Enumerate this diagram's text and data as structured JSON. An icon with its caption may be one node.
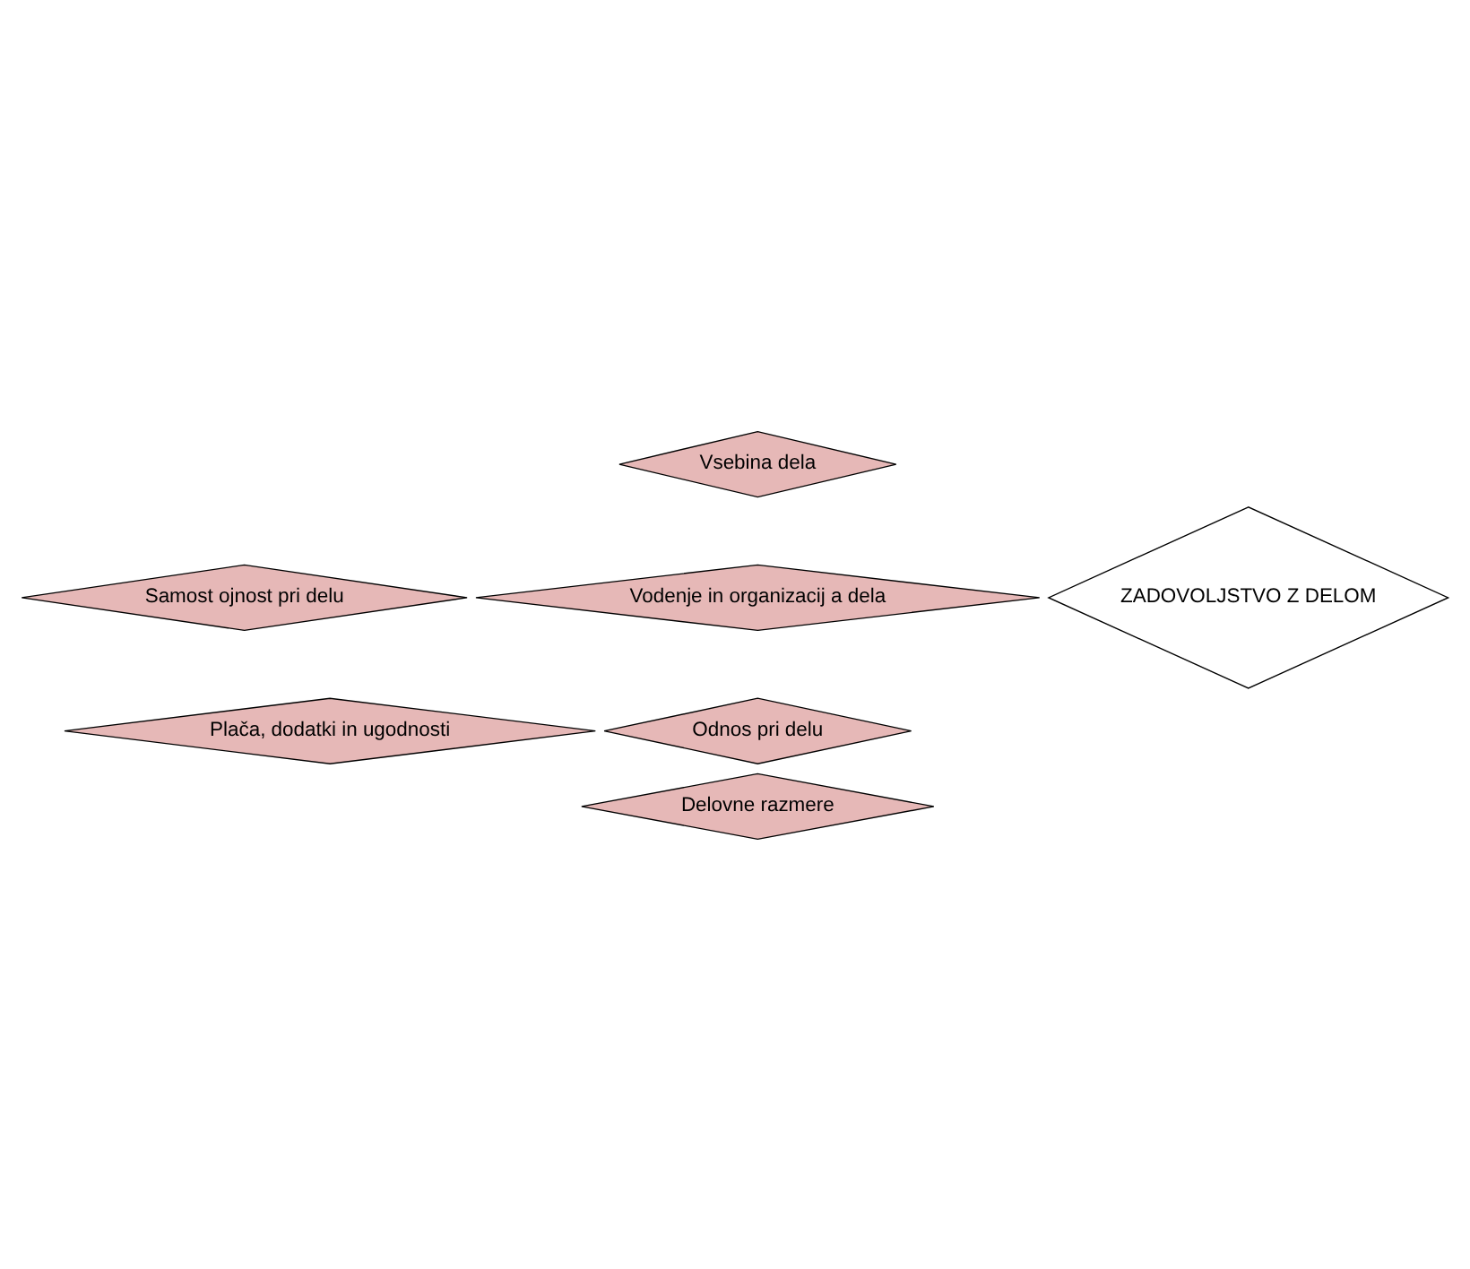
{
  "diagram": {
    "nodes": [
      {
        "text": [
          "Vsebina dela"
        ]
      },
      {
        "text": [
          "Samost ojnost pri delu"
        ]
      },
      {
        "text": [
          "Vodenje in organizacij a dela"
        ]
      },
      {
        "text": [
          "ZADOVOLJSTVO Z DELOM"
        ]
      },
      {
        "text": [
          "Plača, dodatki in ugodnosti"
        ]
      },
      {
        "text": [
          "Odnos pri delu"
        ]
      },
      {
        "text": [
          "Delovne razmere"
        ]
      }
    ],
    "edges": []
  }
}
